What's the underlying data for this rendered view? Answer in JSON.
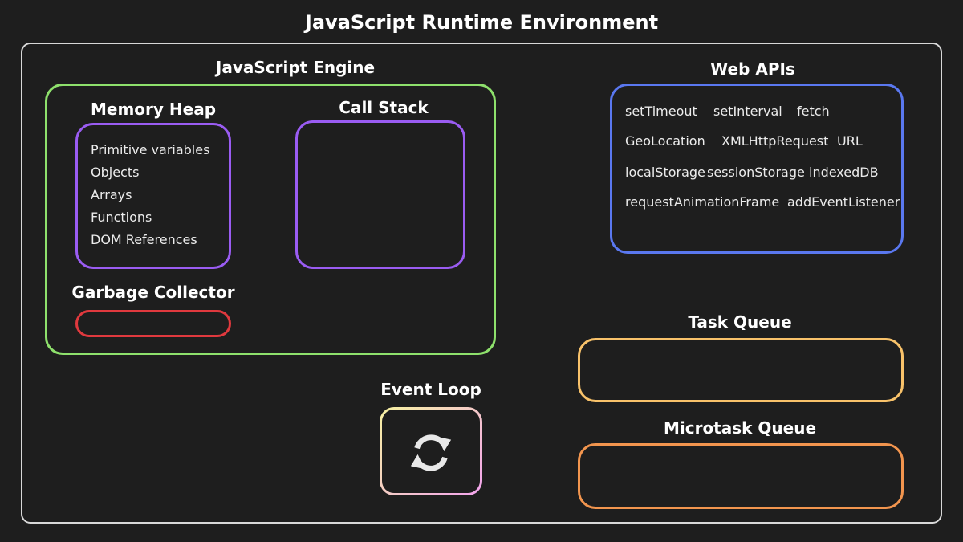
{
  "title": "JavaScript Runtime Environment",
  "engine": {
    "title": "JavaScript Engine",
    "memory_heap": {
      "title": "Memory Heap",
      "items": [
        "Primitive variables",
        "Objects",
        "Arrays",
        "Functions",
        "DOM References"
      ]
    },
    "call_stack": {
      "title": "Call Stack"
    },
    "garbage_collector": {
      "title": "Garbage Collector"
    }
  },
  "web_apis": {
    "title": "Web APIs",
    "items": [
      "setTimeout",
      "setInterval",
      "fetch",
      "GeoLocation",
      "XMLHttpRequest",
      "URL",
      "localStorage",
      "sessionStorage",
      "indexedDB",
      "requestAnimationFrame",
      "addEventListener"
    ]
  },
  "event_loop": {
    "title": "Event Loop",
    "icon": "refresh-cycle-icon"
  },
  "task_queue": {
    "title": "Task Queue"
  },
  "microtask_queue": {
    "title": "Microtask Queue"
  },
  "colors": {
    "background": "#1e1e1e",
    "runtime_border": "#d8d8d8",
    "engine_border": "#8ee06c",
    "heap_border": "#9a5cf2",
    "stack_border": "#9a5cf2",
    "gc_border": "#e0393e",
    "web_api_border": "#5a78f0",
    "task_queue_border": "#f8c26a",
    "microtask_queue_border": "#f2954e",
    "event_loop_gradient_start": "#f6f2a0",
    "event_loop_gradient_end": "#f3a3ee",
    "loop_icon": "#e8e8e8"
  }
}
